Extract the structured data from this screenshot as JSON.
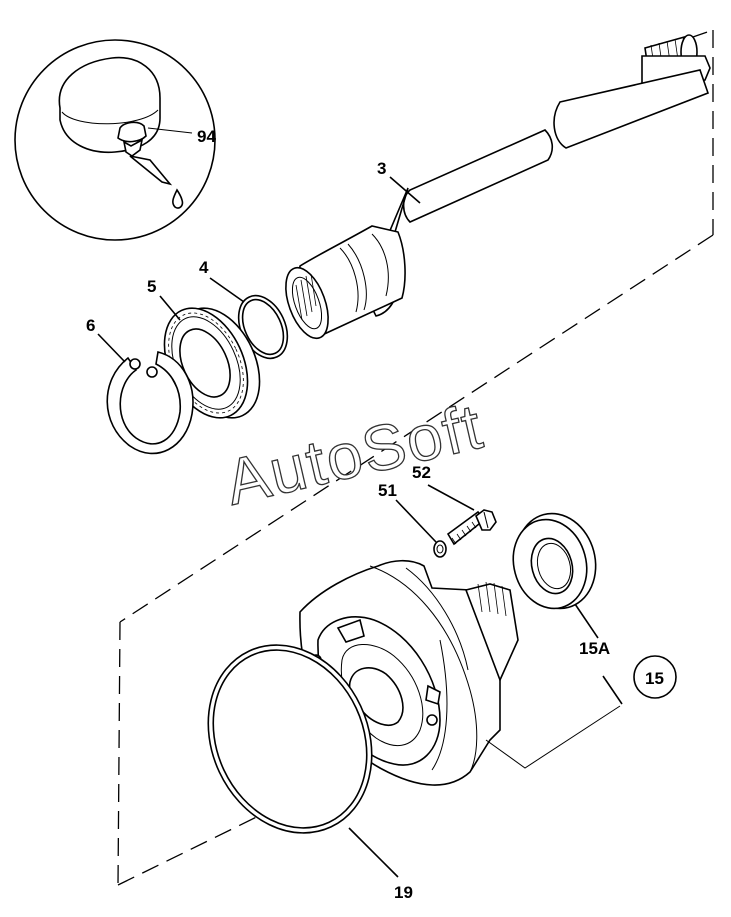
{
  "callouts": {
    "c94": "94",
    "c3": "3",
    "c4": "4",
    "c5": "5",
    "c6": "6",
    "c52": "52",
    "c51": "51",
    "c15A": "15A",
    "c15": "15",
    "c19": "19"
  },
  "watermark": "AutoSoft"
}
